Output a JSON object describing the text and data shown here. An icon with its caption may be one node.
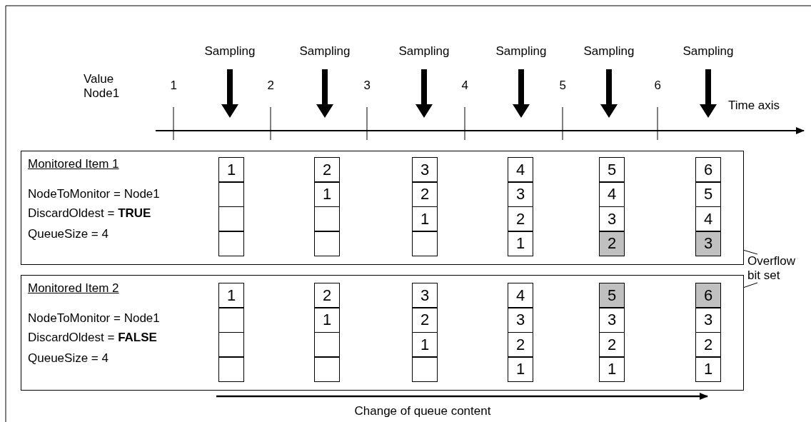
{
  "diagram": {
    "nodes": [
      {
        "text": [
          "Monitored Item 1",
          "NodeToMonitor = Node1",
          "DiscardOldest = **TRUE**",
          "QueueSize = 4"
        ]
      },
      {
        "text": [
          "1"
        ],
        "in": 0
      },
      {
        "text": [],
        "shape": "box",
        "in": 0
      },
      {
        "text": [],
        "shape": "box",
        "in": 0
      },
      {
        "text": [],
        "shape": "box",
        "in": 0
      },
      {
        "text": [
          "2"
        ],
        "in": 0
      },
      {
        "text": [
          "1"
        ],
        "in": 0
      },
      {
        "text": [],
        "shape": "box",
        "in": 0
      },
      {
        "text": [],
        "shape": "box",
        "in": 0
      },
      {
        "text": [
          "3"
        ],
        "in": 0
      },
      {
        "text": [
          "2"
        ],
        "in": 0
      },
      {
        "text": [
          "1"
        ],
        "in": 0
      },
      {
        "text": [],
        "shape": "box",
        "in": 0
      },
      {
        "text": [
          "4"
        ],
        "in": 0
      },
      {
        "text": [
          "3"
        ],
        "in": 0
      },
      {
        "text": [
          "2"
        ],
        "in": 0
      },
      {
        "text": [
          "1"
        ],
        "in": 0
      },
      {
        "text": [
          "5"
        ],
        "in": 0
      },
      {
        "text": [
          "4"
        ],
        "in": 0
      },
      {
        "text": [
          "3"
        ],
        "in": 0
      },
      {
        "text": [
          "2"
        ],
        "in": 0
      },
      {
        "text": [
          "6"
        ],
        "in": 0
      },
      {
        "text": [
          "5"
        ],
        "in": 0
      },
      {
        "text": [
          "4"
        ],
        "in": 0
      },
      {
        "text": [
          "3"
        ],
        "in": 0
      },
      {
        "text": [
          "Monitored Item 2",
          "NodeToMonitor = Node1",
          "DiscardOldest = **FALSE**",
          "QueueSize = 4"
        ]
      },
      {
        "text": [
          "1"
        ],
        "in": 25
      },
      {
        "text": [],
        "shape": "box",
        "in": 25
      },
      {
        "text": [],
        "shape": "box",
        "in": 25
      },
      {
        "text": [],
        "shape": "box",
        "in": 25
      },
      {
        "text": [
          "2"
        ],
        "in": 25
      },
      {
        "text": [
          "1"
        ],
        "in": 25
      },
      {
        "text": [],
        "shape": "box",
        "in": 25
      },
      {
        "text": [],
        "shape": "box",
        "in": 25
      },
      {
        "text": [
          "3"
        ],
        "in": 25
      },
      {
        "text": [
          "2"
        ],
        "in": 25
      },
      {
        "text": [
          "1"
        ],
        "in": 25
      },
      {
        "text": [],
        "shape": "box",
        "in": 25
      },
      {
        "text": [
          "4"
        ],
        "in": 25
      },
      {
        "text": [
          "3"
        ],
        "in": 25
      },
      {
        "text": [
          "2"
        ],
        "in": 25
      },
      {
        "text": [
          "1"
        ],
        "in": 25
      },
      {
        "text": [
          "5"
        ],
        "in": 25
      },
      {
        "text": [
          "3"
        ],
        "in": 25
      },
      {
        "text": [
          "2"
        ],
        "in": 25
      },
      {
        "text": [
          "1"
        ],
        "in": 25
      },
      {
        "text": [
          "6"
        ],
        "in": 25
      },
      {
        "text": [
          "3"
        ],
        "in": 25
      },
      {
        "text": [
          "2"
        ],
        "in": 25
      },
      {
        "text": [
          "1"
        ],
        "in": 25
      },
      {
        "text": [
          "Overflow bit set"
        ]
      }
    ],
    "edges": [
      {
        "from": 50,
        "to": 24,
        "arrow": "none"
      },
      {
        "from": 50,
        "to": 46,
        "arrow": "none"
      }
    ],
    "labels": [
      "Sampling",
      "Sampling",
      "Sampling",
      "Sampling",
      "Sampling",
      "Sampling",
      "Value Node1",
      "1",
      "2",
      "3",
      "4",
      "5",
      "6",
      "Time axis",
      "Change of queue content"
    ]
  }
}
